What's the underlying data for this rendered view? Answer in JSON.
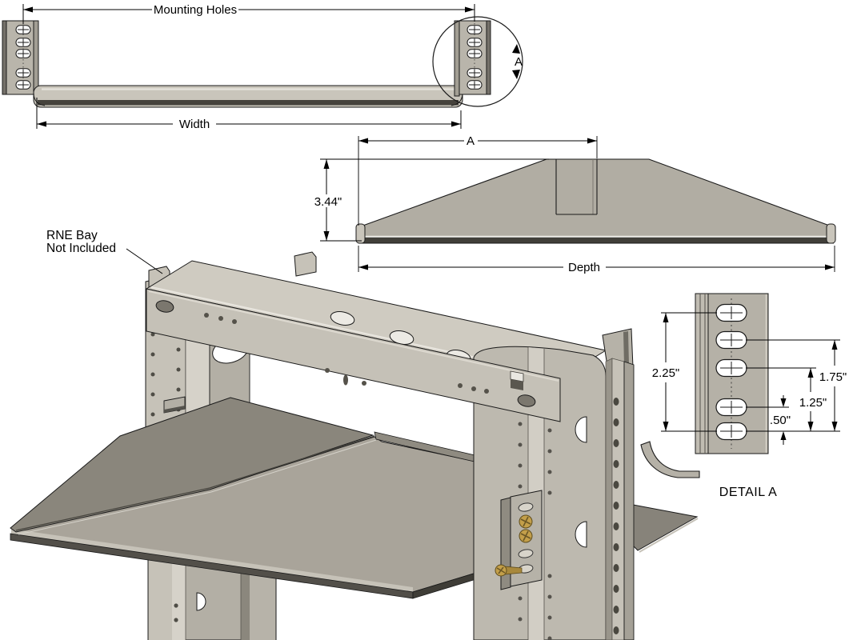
{
  "front_view": {
    "mounting_holes_label": "Mounting Holes",
    "width_label": "Width",
    "detail_callout_label": "A"
  },
  "profile_view": {
    "a_label": "A",
    "height_label": "3.44\"",
    "depth_label": "Depth"
  },
  "iso_view": {
    "note_line1": "RNE Bay",
    "note_line2": "Not Included"
  },
  "detail_view": {
    "title": "DETAIL A",
    "dim_outer": "2.25\"",
    "dim_second": "1.75\"",
    "dim_third": "1.25\"",
    "dim_inner": ".50\""
  },
  "colors": {
    "background": "#ffffff",
    "metal_light": "#c6c2b8",
    "metal_highlight": "#d6d2c9",
    "metal_mid": "#b3afa5",
    "metal_dark": "#8a867c",
    "underside_dark": "#45423c",
    "edge_line": "#1a1a1a",
    "dimension_line": "#000000",
    "screw_gold": "#c39f4a",
    "shelf_top": "#a9a49a"
  }
}
